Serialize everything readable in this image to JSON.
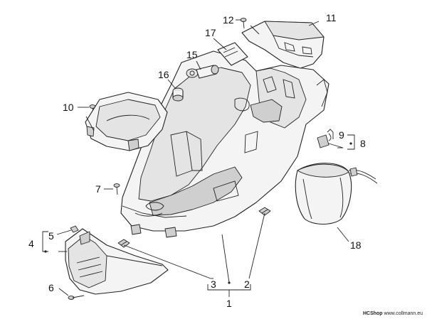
{
  "callouts": {
    "c1": "1",
    "c2": "2",
    "c3": "3",
    "c4": "4",
    "c5": "5",
    "c6": "6",
    "c7": "7",
    "c8": "8",
    "c9": "9",
    "c10": "10",
    "c11": "11",
    "c12": "12",
    "c15": "15",
    "c16": "16",
    "c17": "17",
    "c18": "18"
  },
  "credit": {
    "shop": "HCShop",
    "site": "www.collmann.eu"
  }
}
